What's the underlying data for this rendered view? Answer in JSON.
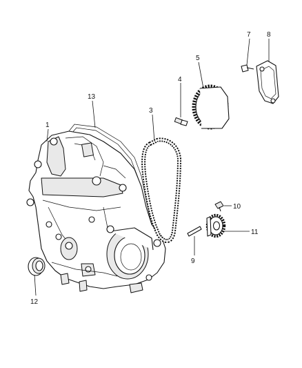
{
  "callouts": [
    {
      "id": "1",
      "label": "1"
    },
    {
      "id": "3",
      "label": "3"
    },
    {
      "id": "4",
      "label": "4"
    },
    {
      "id": "5",
      "label": "5"
    },
    {
      "id": "7",
      "label": "7"
    },
    {
      "id": "8",
      "label": "8"
    },
    {
      "id": "9",
      "label": "9"
    },
    {
      "id": "10",
      "label": "10"
    },
    {
      "id": "11",
      "label": "11"
    },
    {
      "id": "12",
      "label": "12"
    },
    {
      "id": "13",
      "label": "13"
    }
  ]
}
